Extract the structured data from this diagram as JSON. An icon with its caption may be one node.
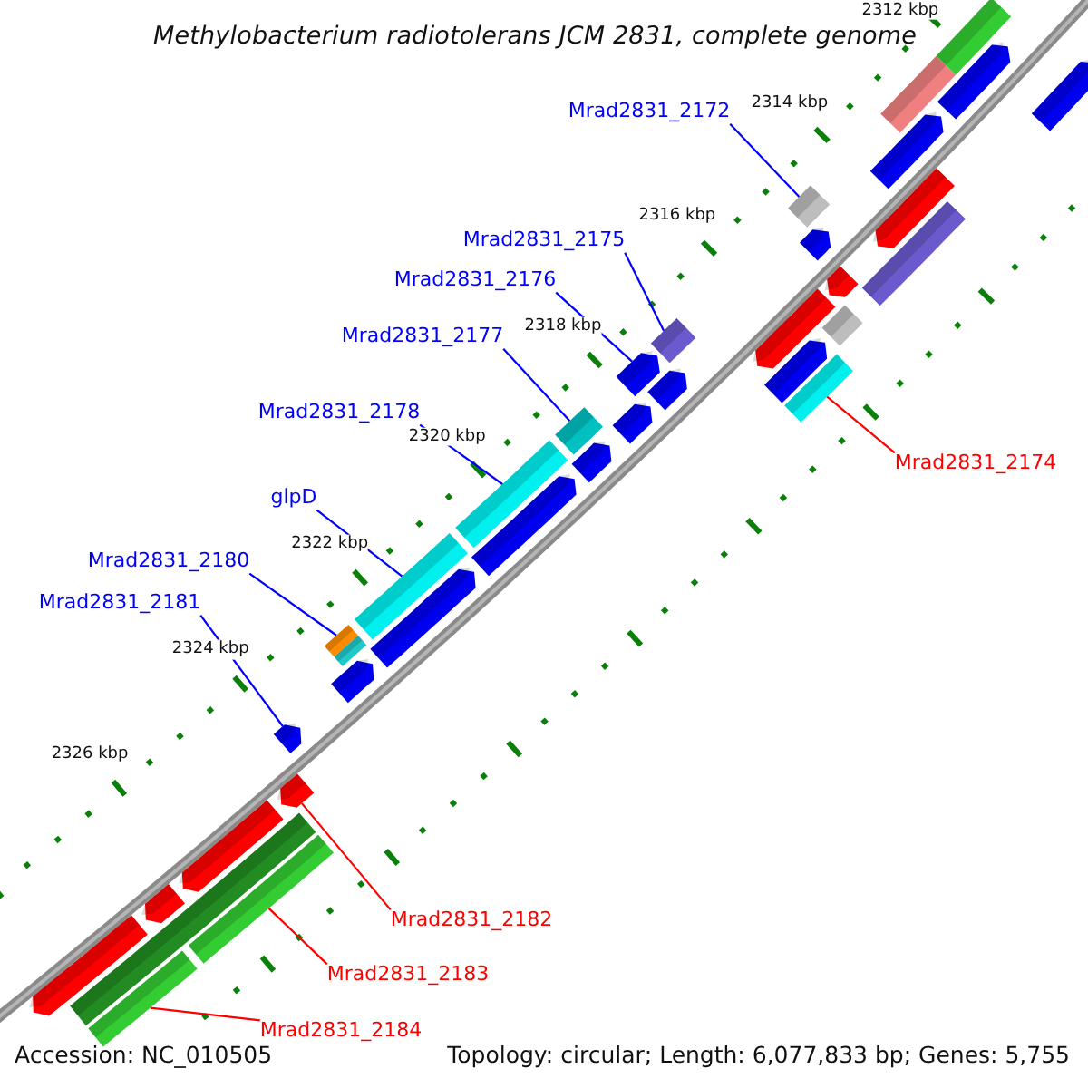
{
  "diagram": {
    "title": "Methylobacterium radiotolerans JCM 2831, complete genome",
    "nodes": [
      {
        "text": [
          "Mrad2831_2172"
        ]
      },
      {
        "text": [
          "Mrad2831_2175"
        ]
      },
      {
        "text": [
          "Mrad2831_2176"
        ]
      },
      {
        "text": [
          "Mrad2831_2177"
        ]
      },
      {
        "text": [
          "Mrad2831_2178"
        ]
      },
      {
        "text": [
          "Mrad2831_2174"
        ]
      },
      {
        "text": [
          "glpD"
        ]
      },
      {
        "text": [
          "Mrad2831_2180"
        ]
      },
      {
        "text": [
          "Mrad2831_2181"
        ]
      },
      {
        "text": [
          "Mrad2831_2182"
        ]
      },
      {
        "text": [
          "Mrad2831_2183"
        ]
      },
      {
        "text": [
          "Mrad2831_2184"
        ]
      },
      {
        "text": [],
        "shape": "bar"
      },
      {
        "text": [],
        "shape": "bar"
      },
      {
        "text": [],
        "shape": "bar"
      },
      {
        "text": [],
        "shape": "bar"
      },
      {
        "text": [],
        "shape": "bar"
      },
      {
        "text": [],
        "shape": "bar"
      },
      {
        "text": [],
        "shape": "bar"
      },
      {
        "text": [],
        "shape": "bar"
      },
      {
        "text": [],
        "shape": "bar"
      },
      {
        "text": [],
        "shape": "bar"
      },
      {
        "text": [],
        "shape": "bar"
      },
      {
        "text": [],
        "shape": "bar"
      },
      {
        "text": [],
        "shape": "bar"
      },
      {
        "text": [],
        "shape": "bar"
      },
      {
        "text": [],
        "shape": "bar"
      },
      {
        "text": [],
        "shape": "bar"
      },
      {
        "text": [],
        "shape": "bar"
      },
      {
        "text": [],
        "shape": "bar"
      },
      {
        "text": [],
        "shape": "bar"
      },
      {
        "text": [],
        "shape": "bar"
      },
      {
        "text": [],
        "shape": "bar"
      },
      {
        "text": [],
        "shape": "bar"
      },
      {
        "text": [],
        "shape": "bar"
      },
      {
        "text": [],
        "shape": "bar"
      },
      {
        "text": [],
        "shape": "bar"
      },
      {
        "text": [],
        "shape": "bar"
      },
      {
        "text": [],
        "shape": "bar"
      },
      {
        "text": [],
        "shape": "bar"
      },
      {
        "text": [],
        "shape": "bar"
      },
      {
        "text": [],
        "shape": "bar"
      },
      {
        "text": [],
        "shape": "bar"
      },
      {
        "text": [],
        "shape": "bar"
      },
      {
        "text": [],
        "shape": "bar"
      },
      {
        "text": [],
        "shape": "bar"
      },
      {
        "text": [],
        "shape": "bar"
      }
    ],
    "edges": [
      {
        "from": 0,
        "to": 19,
        "arrow": "none"
      },
      {
        "from": 1,
        "to": 26,
        "arrow": "none"
      },
      {
        "from": 2,
        "to": 28,
        "arrow": "none"
      },
      {
        "from": 3,
        "to": 30,
        "arrow": "none"
      },
      {
        "from": 4,
        "to": 32,
        "arrow": "none"
      },
      {
        "from": 5,
        "to": 25,
        "arrow": "none",
        "color": "#ff0000"
      },
      {
        "from": 6,
        "to": 34,
        "arrow": "none"
      },
      {
        "from": 7,
        "to": 36,
        "arrow": "none"
      },
      {
        "from": 8,
        "to": 39,
        "arrow": "none"
      },
      {
        "from": 9,
        "to": 40,
        "arrow": "none",
        "color": "#ff0000"
      },
      {
        "from": 10,
        "to": 41,
        "arrow": "none",
        "color": "#ff0000"
      },
      {
        "from": 11,
        "to": 45,
        "arrow": "none",
        "color": "#ff0000"
      }
    ],
    "labels": [
      "2312 kbp",
      "2314 kbp",
      "2316 kbp",
      "2318 kbp",
      "2320 kbp",
      "2322 kbp",
      "2324 kbp",
      "2326 kbp",
      "Accession: NC_010505",
      "Topology: circular; Length: 6,077,833 bp; Genes: 5,755"
    ]
  }
}
